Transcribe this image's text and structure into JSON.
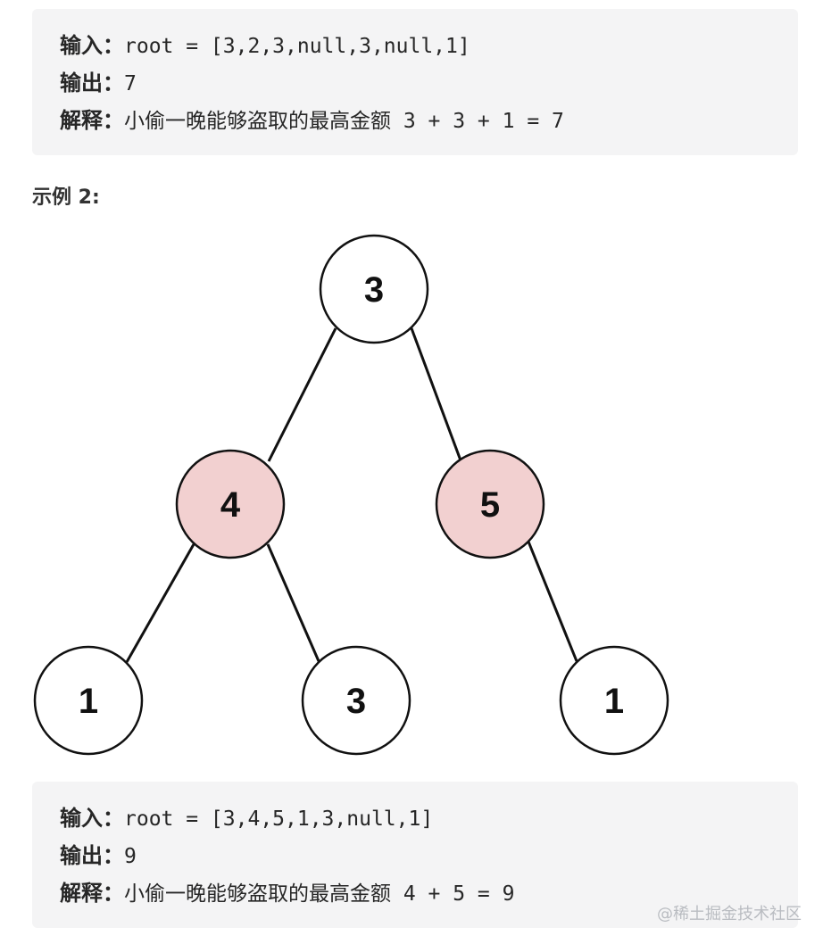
{
  "example1": {
    "input_label": "输入：",
    "input_value": "root = [3,2,3,null,3,null,1]",
    "output_label": "输出：",
    "output_value": "7",
    "explain_label": "解释：",
    "explain_text": "小偷一晚能够盗取的最高金额",
    "explain_expr": " 3 + 3 + 1 = 7"
  },
  "example2_heading": "示例 2:",
  "tree": {
    "highlight_color": "#f2d0d0",
    "normal_color": "#ffffff",
    "nodes": [
      {
        "id": "root",
        "label": "3",
        "highlighted": false
      },
      {
        "id": "left",
        "label": "4",
        "highlighted": true
      },
      {
        "id": "right",
        "label": "5",
        "highlighted": true
      },
      {
        "id": "left-left",
        "label": "1",
        "highlighted": false
      },
      {
        "id": "left-right",
        "label": "3",
        "highlighted": false
      },
      {
        "id": "right-right",
        "label": "1",
        "highlighted": false
      }
    ]
  },
  "example2": {
    "input_label": "输入：",
    "input_value": "root = [3,4,5,1,3,null,1]",
    "output_label": "输出：",
    "output_value": "9",
    "explain_label": "解释：",
    "explain_text": "小偷一晚能够盗取的最高金额",
    "explain_expr": " 4 + 5 = 9"
  },
  "watermark": "@稀土掘金技术社区"
}
